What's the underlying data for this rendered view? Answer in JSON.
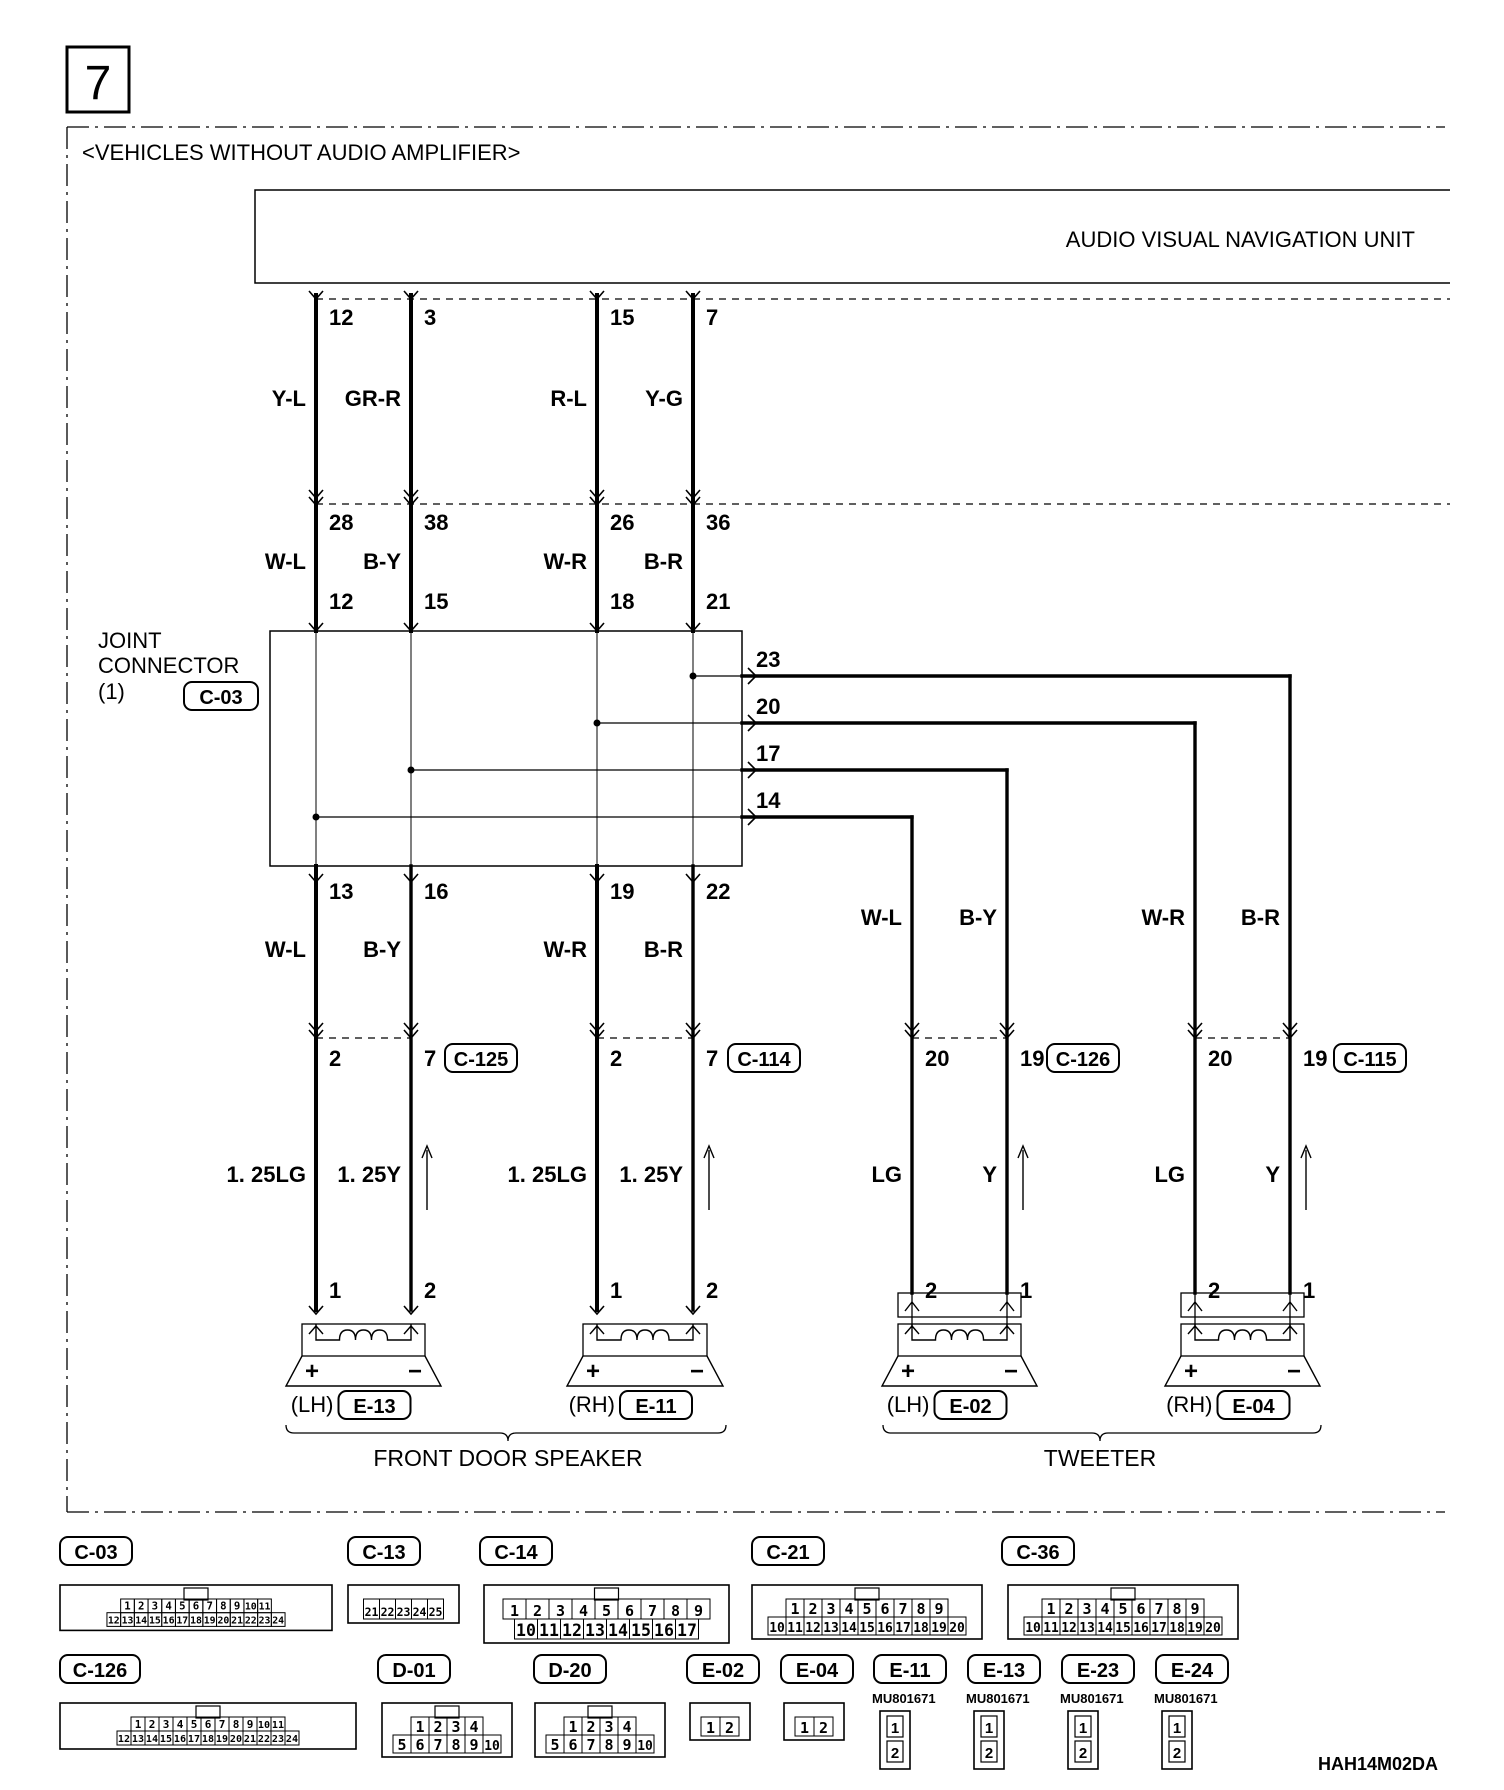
{
  "page_number": "7",
  "section_label": "<VEHICLES WITHOUT AUDIO AMPLIFIER>",
  "unit_label": "AUDIO VISUAL NAVIGATION UNIT",
  "joint_connector": {
    "line1": "JOINT",
    "line2": "CONNECTOR",
    "line3": "(1)",
    "code": "C-03"
  },
  "unit_pins": [
    "12",
    "3",
    "15",
    "7"
  ],
  "unit_wire_colors": [
    "Y-L",
    "GR-R",
    "R-L",
    "Y-G"
  ],
  "upper_pins": [
    "28",
    "38",
    "26",
    "36"
  ],
  "upper_wire_colors": [
    "W-L",
    "B-Y",
    "W-R",
    "B-R"
  ],
  "jc_in_pins": [
    "12",
    "15",
    "18",
    "21"
  ],
  "jc_out_pins": [
    "13",
    "16",
    "19",
    "22"
  ],
  "jc_side_pins": [
    "23",
    "20",
    "17",
    "14"
  ],
  "lower_wire_colors": [
    "W-L",
    "B-Y",
    "W-R",
    "B-R"
  ],
  "tweeter_wire_colors": [
    "W-L",
    "B-Y",
    "W-R",
    "B-R"
  ],
  "harness_connectors": [
    {
      "pins": [
        "2",
        "7"
      ],
      "code": "C-125"
    },
    {
      "pins": [
        "2",
        "7"
      ],
      "code": "C-114"
    },
    {
      "pins": [
        "20",
        "19"
      ],
      "code": "C-126"
    },
    {
      "pins": [
        "20",
        "19"
      ],
      "code": "C-115"
    }
  ],
  "speaker_wire_colors": [
    [
      "1. 25LG",
      "1. 25Y"
    ],
    [
      "1. 25LG",
      "1. 25Y"
    ],
    [
      "LG",
      "Y"
    ],
    [
      "LG",
      "Y"
    ]
  ],
  "speaker_pins": [
    [
      "1",
      "2"
    ],
    [
      "1",
      "2"
    ],
    [
      "2",
      "1"
    ],
    [
      "2",
      "1"
    ]
  ],
  "speakers": [
    {
      "side": "(LH)",
      "code": "E-13"
    },
    {
      "side": "(RH)",
      "code": "E-11"
    },
    {
      "side": "(LH)",
      "code": "E-02"
    },
    {
      "side": "(RH)",
      "code": "E-04"
    }
  ],
  "polarity": {
    "plus": "+",
    "minus": "−"
  },
  "group_labels": {
    "front": "FRONT DOOR SPEAKER",
    "tweeter": "TWEETER"
  },
  "connector_legend": [
    {
      "code": "C-03",
      "rows": [
        [
          "1",
          "2",
          "3",
          "4",
          "5",
          "6",
          "7",
          "8",
          "9",
          "10",
          "11"
        ],
        [
          "12",
          "13",
          "14",
          "15",
          "16",
          "17",
          "18",
          "19",
          "20",
          "21",
          "22",
          "23",
          "24"
        ]
      ]
    },
    {
      "code": "C-13",
      "rows": [
        [
          "21",
          "22",
          "23",
          "24",
          "25"
        ]
      ]
    },
    {
      "code": "C-14",
      "rows": [
        [
          "1",
          "2",
          "3",
          "4",
          "5",
          "6",
          "7",
          "8",
          "9"
        ],
        [
          "10",
          "11",
          "12",
          "13",
          "14",
          "15",
          "16",
          "17"
        ]
      ]
    },
    {
      "code": "C-21",
      "rows": [
        [
          "1",
          "2",
          "3",
          "4",
          "5",
          "6",
          "7",
          "8",
          "9"
        ],
        [
          "10",
          "11",
          "12",
          "13",
          "14",
          "15",
          "16",
          "17",
          "18",
          "19",
          "20"
        ]
      ]
    },
    {
      "code": "C-36",
      "rows": [
        [
          "1",
          "2",
          "3",
          "4",
          "5",
          "6",
          "7",
          "8",
          "9"
        ],
        [
          "10",
          "11",
          "12",
          "13",
          "14",
          "15",
          "16",
          "17",
          "18",
          "19",
          "20"
        ]
      ]
    },
    {
      "code": "C-126",
      "rows": [
        [
          "1",
          "2",
          "3",
          "4",
          "5",
          "6",
          "7",
          "8",
          "9",
          "10",
          "11"
        ],
        [
          "12",
          "13",
          "14",
          "15",
          "16",
          "17",
          "18",
          "19",
          "20",
          "21",
          "22",
          "23",
          "24"
        ]
      ]
    },
    {
      "code": "D-01",
      "rows": [
        [
          "1",
          "2",
          "3",
          "4"
        ],
        [
          "5",
          "6",
          "7",
          "8",
          "9",
          "10"
        ]
      ]
    },
    {
      "code": "D-20",
      "rows": [
        [
          "1",
          "2",
          "3",
          "4"
        ],
        [
          "5",
          "6",
          "7",
          "8",
          "9",
          "10"
        ]
      ]
    },
    {
      "code": "E-02",
      "rows": [
        [
          "1",
          "2"
        ]
      ]
    },
    {
      "code": "E-04",
      "rows": [
        [
          "1",
          "2"
        ]
      ]
    },
    {
      "code": "E-11",
      "part": "MU801671",
      "rows": [
        [
          "1"
        ],
        [
          "2"
        ]
      ]
    },
    {
      "code": "E-13",
      "part": "MU801671",
      "rows": [
        [
          "1"
        ],
        [
          "2"
        ]
      ]
    },
    {
      "code": "E-23",
      "part": "MU801671",
      "rows": [
        [
          "1"
        ],
        [
          "2"
        ]
      ]
    },
    {
      "code": "E-24",
      "part": "MU801671",
      "rows": [
        [
          "1"
        ],
        [
          "2"
        ]
      ]
    }
  ],
  "figure_id": "HAH14M02DA"
}
